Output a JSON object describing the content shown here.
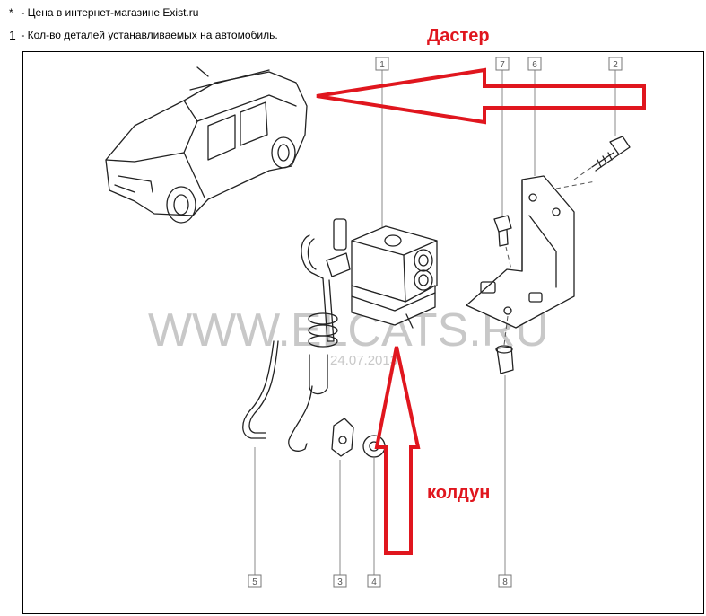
{
  "notes": [
    {
      "mark": "*",
      "text": " - Цена в интернет-магазине Exist.ru"
    },
    {
      "mark": "1",
      "text": " - Кол-во деталей устанавливаемых на автомобиль."
    }
  ],
  "annotations": {
    "duster": "Дастер",
    "koldun": "колдун"
  },
  "watermark": {
    "site": "WWW.ELCATS.RU",
    "date": "24.07.2013"
  },
  "callouts": [
    "1",
    "7",
    "6",
    "2",
    "5",
    "3",
    "4",
    "8"
  ],
  "colors": {
    "annotation": "#e0161e",
    "watermark": "#c8c8c8"
  }
}
